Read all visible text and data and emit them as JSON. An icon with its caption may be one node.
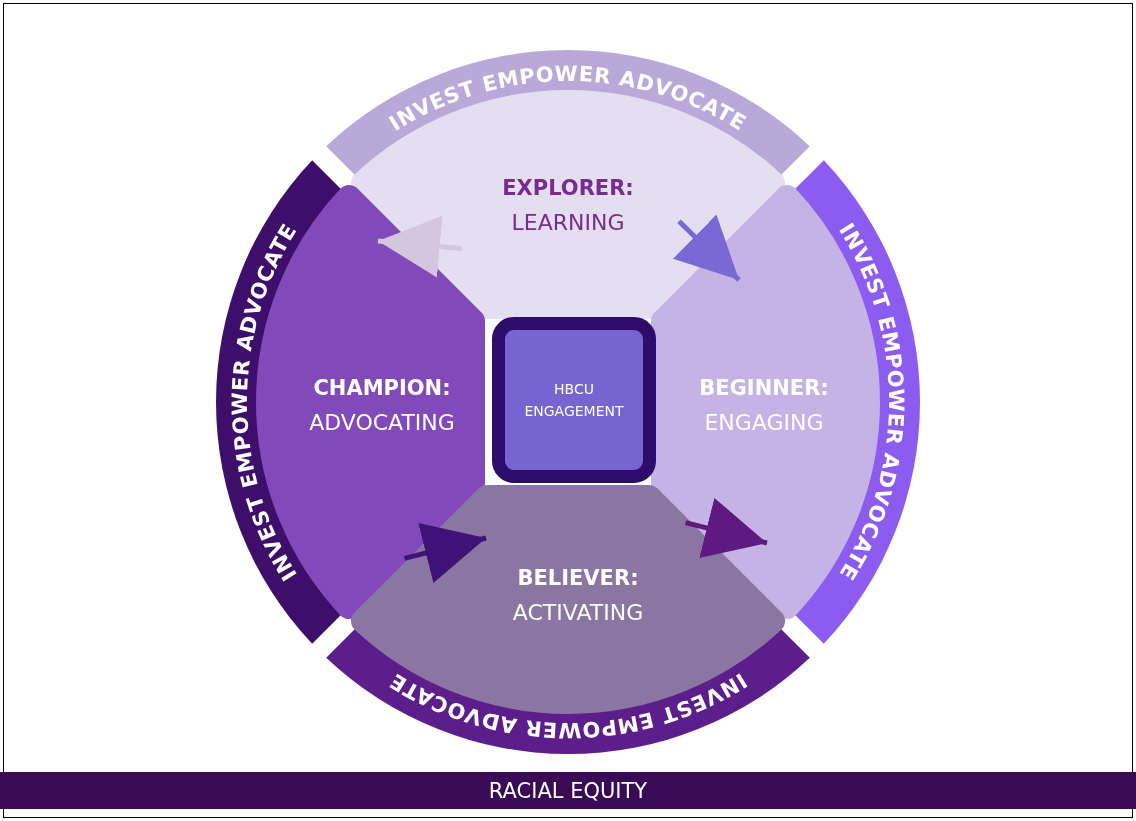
{
  "diagram": {
    "nodes": [
      {
        "text": [
          "INVEST EMPOWER ADVOCATE"
        ]
      },
      {
        "text": [
          "EXPLORER:",
          "LEARNING"
        ],
        "in": 0
      },
      {
        "text": [
          "INVEST EMPOWER ADVOCATE"
        ]
      },
      {
        "text": [
          "CHAMPION:",
          "ADVOCATING"
        ],
        "in": 2
      },
      {
        "text": [
          "HBCU ENGAGEMENT"
        ]
      },
      {
        "text": [
          "INVEST EMPOWER ADVOCATE"
        ]
      },
      {
        "text": [
          "BEGINNER:",
          "ENGAGING"
        ],
        "in": 5
      },
      {
        "text": [
          "INVEST EMPOWER ADVOCATE"
        ]
      },
      {
        "text": [
          "BELIEVER:",
          "ACTIVATING"
        ],
        "in": 7
      },
      {
        "text": [
          "RACIAL EQUITY"
        ]
      }
    ],
    "edges": [
      {
        "from": 1,
        "to": 3,
        "arrow": "to",
        "color": "#d4c6df"
      },
      {
        "from": 1,
        "to": 6,
        "arrow": "to",
        "color": "#7a68d4"
      },
      {
        "from": 3,
        "to": 8,
        "arrow": "to",
        "color": "#3f1278"
      },
      {
        "from": 8,
        "to": 6,
        "arrow": "to",
        "color": "#5e1a80"
      }
    ]
  }
}
